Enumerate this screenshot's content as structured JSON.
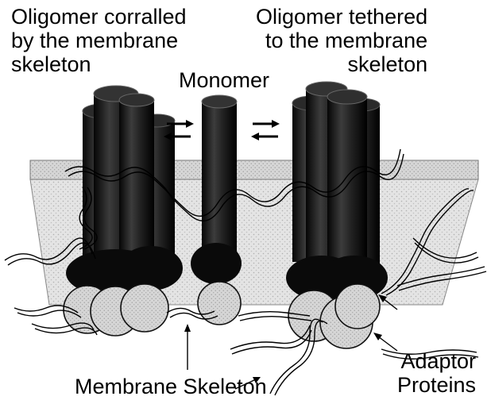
{
  "labels": {
    "corralled": "Oligomer corralled\nby the membrane\nskeleton",
    "tethered": "Oligomer tethered\nto the membrane\nskeleton",
    "monomer": "Monomer",
    "membrane_skeleton": "Membrane Skeleton",
    "adaptor_proteins": "Adaptor\nProteins"
  },
  "colors": {
    "protein_dark": "#1a1a1a",
    "membrane_fill": "#e2e2e2",
    "adaptor_fill": "#d8d8d8",
    "ink": "#000000"
  }
}
